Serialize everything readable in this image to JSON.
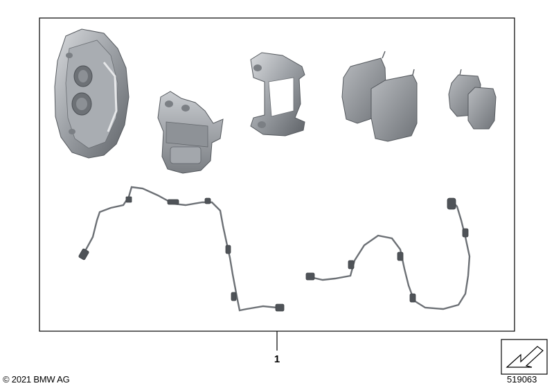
{
  "callout": {
    "number": "1"
  },
  "footer": {
    "copyright": "© 2021 BMW AG",
    "image_number": "519063"
  },
  "icons": {
    "corner_navigation": "arrow-down-left-icon"
  }
}
